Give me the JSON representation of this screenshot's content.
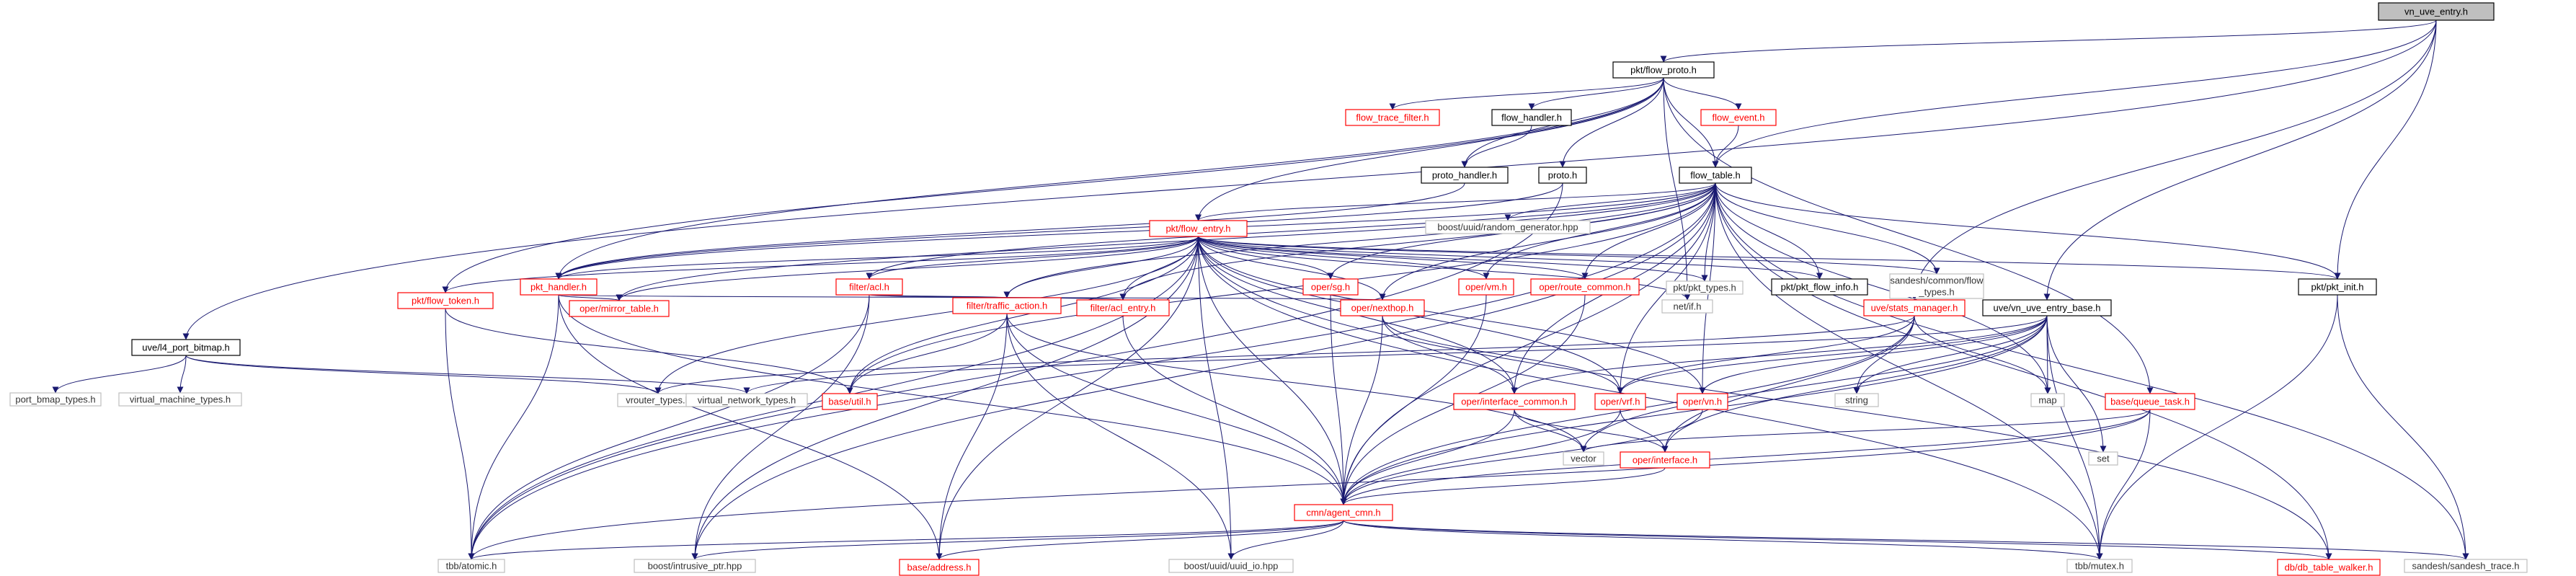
{
  "diagram": {
    "type": "include-dependency-graph",
    "colors": {
      "edge": "#191970",
      "root_fill": "#bfbfbf",
      "root_border": "#000000",
      "documented_border": "#000000",
      "incomplete_border": "#ff0000",
      "external_border": "#bfbfbf",
      "text_dark": "#000000",
      "text_external": "#333333",
      "text_red": "#ff0000"
    },
    "nodes": [
      {
        "id": "root",
        "label": "vn_uve_entry.h",
        "kind": "root"
      },
      {
        "id": "flow_proto",
        "label": "pkt/flow_proto.h",
        "kind": "documented"
      },
      {
        "id": "port_bitmap",
        "label": "uve/l4_port_bitmap.h",
        "kind": "documented"
      },
      {
        "id": "flow_trace_filter",
        "label": "flow_trace_filter.h",
        "kind": "incomplete"
      },
      {
        "id": "flow_handler",
        "label": "flow_handler.h",
        "kind": "documented"
      },
      {
        "id": "flow_event",
        "label": "flow_event.h",
        "kind": "incomplete"
      },
      {
        "id": "proto_handler",
        "label": "proto_handler.h",
        "kind": "documented"
      },
      {
        "id": "proto",
        "label": "proto.h",
        "kind": "documented"
      },
      {
        "id": "flow_table",
        "label": "flow_table.h",
        "kind": "documented"
      },
      {
        "id": "random_gen",
        "label": "boost/uuid/random_generator.hpp",
        "kind": "external"
      },
      {
        "id": "flow_entry",
        "label": "pkt/flow_entry.h",
        "kind": "incomplete"
      },
      {
        "id": "pkt_handler",
        "label": "pkt_handler.h",
        "kind": "incomplete"
      },
      {
        "id": "filter_acl",
        "label": "filter/acl.h",
        "kind": "incomplete"
      },
      {
        "id": "oper_sg",
        "label": "oper/sg.h",
        "kind": "incomplete"
      },
      {
        "id": "oper_vm",
        "label": "oper/vm.h",
        "kind": "incomplete"
      },
      {
        "id": "oper_route_common",
        "label": "oper/route_common.h",
        "kind": "incomplete"
      },
      {
        "id": "pkt_types",
        "label": "pkt/pkt_types.h",
        "kind": "external"
      },
      {
        "id": "pkt_flow_info",
        "label": "pkt/pkt_flow_info.h",
        "kind": "documented"
      },
      {
        "id": "sandesh_flow_types_1",
        "label": "sandesh/common/flow",
        "kind": "external"
      },
      {
        "id": "sandesh_flow_types_2",
        "label": "_types.h",
        "kind": "external"
      },
      {
        "id": "pkt_init",
        "label": "pkt/pkt_init.h",
        "kind": "documented"
      },
      {
        "id": "pkt_flow_token",
        "label": "pkt/flow_token.h",
        "kind": "incomplete"
      },
      {
        "id": "mirror_table",
        "label": "oper/mirror_table.h",
        "kind": "incomplete"
      },
      {
        "id": "traffic_action",
        "label": "filter/traffic_action.h",
        "kind": "incomplete"
      },
      {
        "id": "acl_entry",
        "label": "filter/acl_entry.h",
        "kind": "incomplete"
      },
      {
        "id": "oper_nexthop",
        "label": "oper/nexthop.h",
        "kind": "incomplete"
      },
      {
        "id": "net_if",
        "label": "net/if.h",
        "kind": "external"
      },
      {
        "id": "stats_manager",
        "label": "uve/stats_manager.h",
        "kind": "incomplete"
      },
      {
        "id": "uve_base",
        "label": "uve/vn_uve_entry_base.h",
        "kind": "documented"
      },
      {
        "id": "port_bmap_types",
        "label": "port_bmap_types.h",
        "kind": "external"
      },
      {
        "id": "vm_types",
        "label": "virtual_machine_types.h",
        "kind": "external"
      },
      {
        "id": "vrouter_types",
        "label": "vrouter_types.h",
        "kind": "external"
      },
      {
        "id": "vn_types",
        "label": "virtual_network_types.h",
        "kind": "external"
      },
      {
        "id": "base_util",
        "label": "base/util.h",
        "kind": "incomplete"
      },
      {
        "id": "interface_common",
        "label": "oper/interface_common.h",
        "kind": "incomplete"
      },
      {
        "id": "oper_vrf",
        "label": "oper/vrf.h",
        "kind": "incomplete"
      },
      {
        "id": "oper_vn",
        "label": "oper/vn.h",
        "kind": "incomplete"
      },
      {
        "id": "string",
        "label": "string",
        "kind": "external"
      },
      {
        "id": "map",
        "label": "map",
        "kind": "external"
      },
      {
        "id": "queue_task",
        "label": "base/queue_task.h",
        "kind": "incomplete"
      },
      {
        "id": "vector",
        "label": "vector",
        "kind": "external"
      },
      {
        "id": "oper_interface",
        "label": "oper/interface.h",
        "kind": "incomplete"
      },
      {
        "id": "set",
        "label": "set",
        "kind": "external"
      },
      {
        "id": "agent_cmn",
        "label": "cmn/agent_cmn.h",
        "kind": "incomplete"
      },
      {
        "id": "tbb_atomic",
        "label": "tbb/atomic.h",
        "kind": "external"
      },
      {
        "id": "intrusive_ptr",
        "label": "boost/intrusive_ptr.hpp",
        "kind": "external"
      },
      {
        "id": "base_address",
        "label": "base/address.h",
        "kind": "incomplete"
      },
      {
        "id": "uuid_io",
        "label": "boost/uuid/uuid_io.hpp",
        "kind": "external"
      },
      {
        "id": "tbb_mutex",
        "label": "tbb/mutex.h",
        "kind": "external"
      },
      {
        "id": "table_walker",
        "label": "db/db_table_walker.h",
        "kind": "incomplete"
      },
      {
        "id": "sandesh_trace",
        "label": "sandesh/sandesh_trace.h",
        "kind": "external"
      }
    ]
  }
}
